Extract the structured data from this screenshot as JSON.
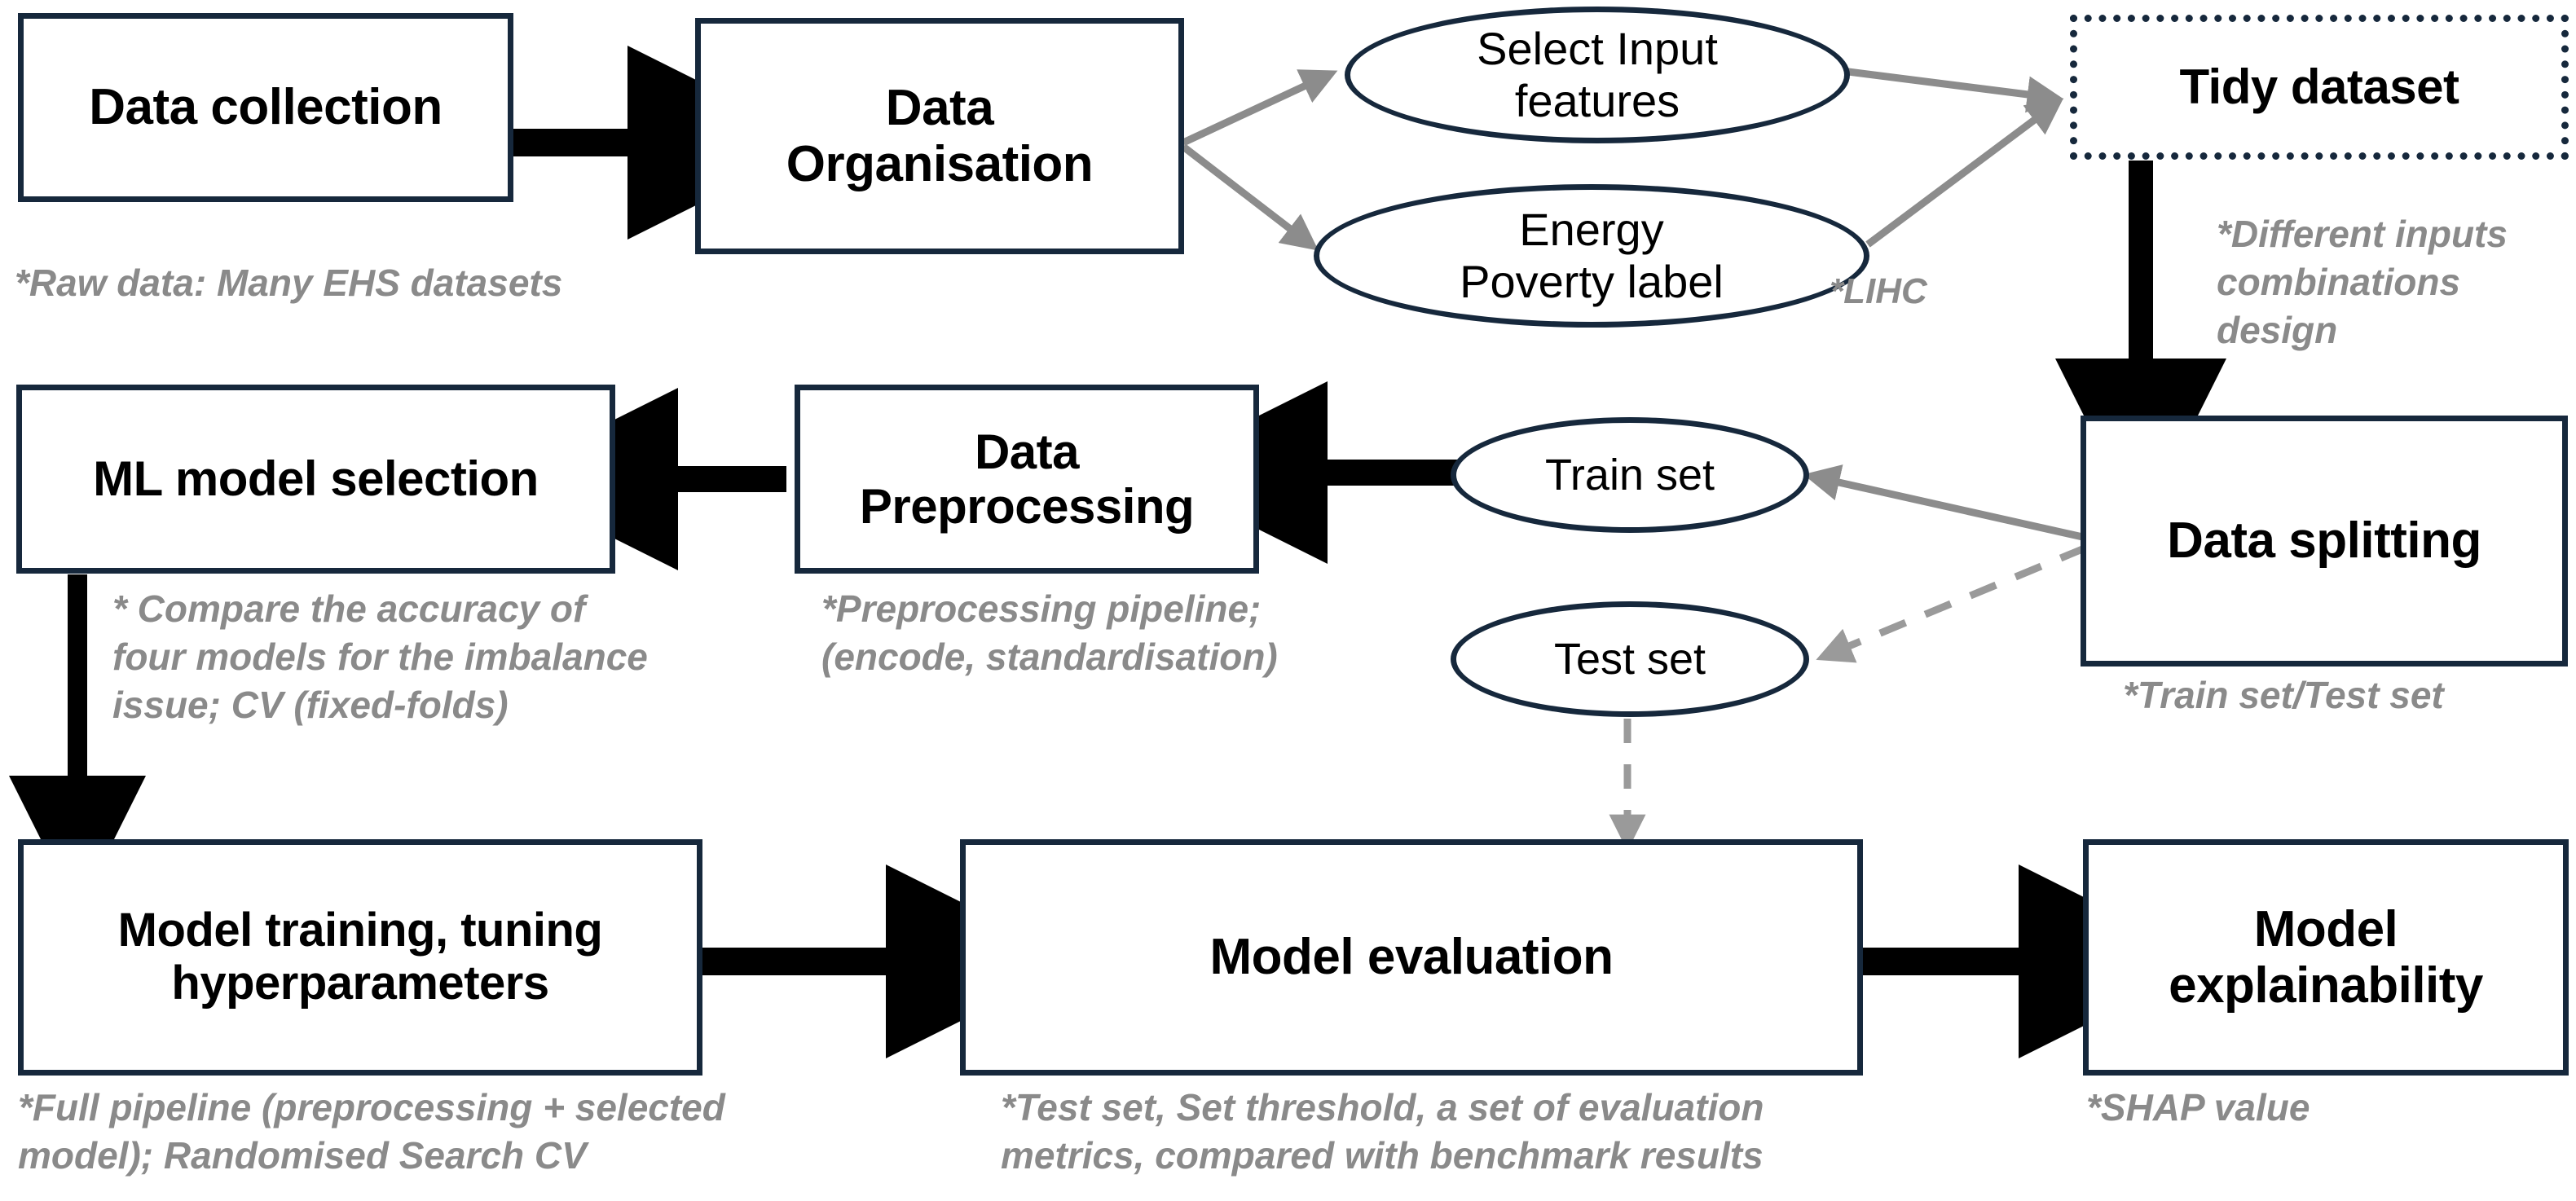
{
  "diagram": {
    "title": "Machine learning pipeline flowchart",
    "colors": {
      "node_border": "#16283c",
      "node_fill": "#ffffff",
      "text": "#000000",
      "note_text": "#8a8a8a",
      "solid_arrow": "#000000",
      "thin_arrow": "#8c8c8c",
      "dashed_arrow": "#9a9a9a"
    },
    "nodes": [
      {
        "id": "data-collection",
        "shape": "rect",
        "label": "Data collection"
      },
      {
        "id": "data-organisation",
        "shape": "rect",
        "label": "Data\nOrganisation"
      },
      {
        "id": "select-input-features",
        "shape": "ellipse",
        "label": "Select Input\nfeatures"
      },
      {
        "id": "energy-poverty-label",
        "shape": "ellipse",
        "label": "Energy\nPoverty label"
      },
      {
        "id": "tidy-dataset",
        "shape": "rect-dotted",
        "label": "Tidy dataset"
      },
      {
        "id": "data-splitting",
        "shape": "rect",
        "label": "Data splitting"
      },
      {
        "id": "train-set",
        "shape": "ellipse",
        "label": "Train set"
      },
      {
        "id": "test-set",
        "shape": "ellipse",
        "label": "Test set"
      },
      {
        "id": "data-preprocessing",
        "shape": "rect",
        "label": "Data\nPreprocessing"
      },
      {
        "id": "ml-model-selection",
        "shape": "rect",
        "label": "ML model selection"
      },
      {
        "id": "model-training",
        "shape": "rect",
        "label": "Model training, tuning\nhyperparameters"
      },
      {
        "id": "model-evaluation",
        "shape": "rect",
        "label": "Model evaluation"
      },
      {
        "id": "model-explainability",
        "shape": "rect",
        "label": "Model\nexplainability"
      }
    ],
    "notes": [
      {
        "id": "note-data-collection",
        "text": "*Raw data: Many EHS datasets"
      },
      {
        "id": "note-lihc",
        "text": "*LIHC"
      },
      {
        "id": "note-tidy-dataset",
        "text": "*Different inputs\ncombinations\ndesign"
      },
      {
        "id": "note-data-splitting",
        "text": "*Train set/Test set"
      },
      {
        "id": "note-ml-model-selection",
        "text": "* Compare the accuracy of\nfour models for the imbalance\nissue; CV (fixed-folds)"
      },
      {
        "id": "note-data-preprocessing",
        "text": "*Preprocessing pipeline;\n(encode, standardisation)"
      },
      {
        "id": "note-model-training",
        "text": "*Full pipeline (preprocessing + selected\nmodel); Randomised Search CV"
      },
      {
        "id": "note-model-evaluation",
        "text": "*Test set, Set threshold, a set of evaluation\nmetrics, compared with benchmark results"
      },
      {
        "id": "note-model-explainability",
        "text": "*SHAP value"
      }
    ],
    "edges": [
      {
        "id": "edge-collection-to-organisation",
        "from": "data-collection",
        "to": "data-organisation",
        "style": "thick-solid"
      },
      {
        "id": "edge-organisation-to-features",
        "from": "data-organisation",
        "to": "select-input-features",
        "style": "thin-solid"
      },
      {
        "id": "edge-organisation-to-label",
        "from": "data-organisation",
        "to": "energy-poverty-label",
        "style": "thin-solid"
      },
      {
        "id": "edge-features-to-tidy",
        "from": "select-input-features",
        "to": "tidy-dataset",
        "style": "thin-solid"
      },
      {
        "id": "edge-label-to-tidy",
        "from": "energy-poverty-label",
        "to": "tidy-dataset",
        "style": "thin-solid"
      },
      {
        "id": "edge-tidy-to-splitting",
        "from": "tidy-dataset",
        "to": "data-splitting",
        "style": "thick-solid"
      },
      {
        "id": "edge-splitting-to-train",
        "from": "data-splitting",
        "to": "train-set",
        "style": "thin-solid"
      },
      {
        "id": "edge-splitting-to-test",
        "from": "data-splitting",
        "to": "test-set",
        "style": "dashed"
      },
      {
        "id": "edge-train-to-preprocessing",
        "from": "train-set",
        "to": "data-preprocessing",
        "style": "thick-solid"
      },
      {
        "id": "edge-preprocessing-to-selection",
        "from": "data-preprocessing",
        "to": "ml-model-selection",
        "style": "thick-solid"
      },
      {
        "id": "edge-selection-to-training",
        "from": "ml-model-selection",
        "to": "model-training",
        "style": "thick-solid"
      },
      {
        "id": "edge-training-to-evaluation",
        "from": "model-training",
        "to": "model-evaluation",
        "style": "thick-solid"
      },
      {
        "id": "edge-evaluation-to-explainability",
        "from": "model-evaluation",
        "to": "model-explainability",
        "style": "thick-solid"
      },
      {
        "id": "edge-test-to-evaluation",
        "from": "test-set",
        "to": "model-evaluation",
        "style": "dashed"
      }
    ]
  }
}
